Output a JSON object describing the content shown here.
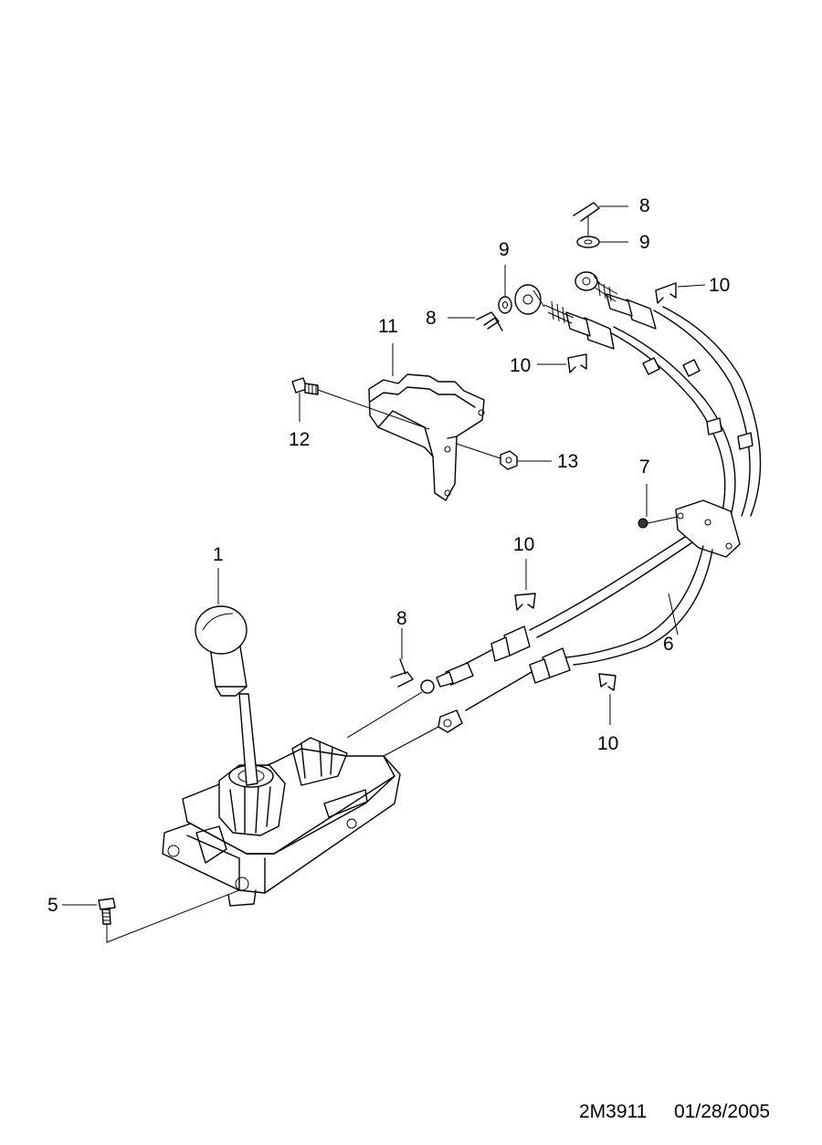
{
  "labels": {
    "l1": "1",
    "l5": "5",
    "l6": "6",
    "l7": "7",
    "l8a": "8",
    "l8b": "8",
    "l8c": "8",
    "l9a": "9",
    "l9b": "9",
    "l10a": "10",
    "l10b": "10",
    "l10c": "10",
    "l10d": "10",
    "l11": "11",
    "l12": "12",
    "l13": "13"
  },
  "footer": {
    "code": "2M3911",
    "date": "01/28/2005"
  }
}
